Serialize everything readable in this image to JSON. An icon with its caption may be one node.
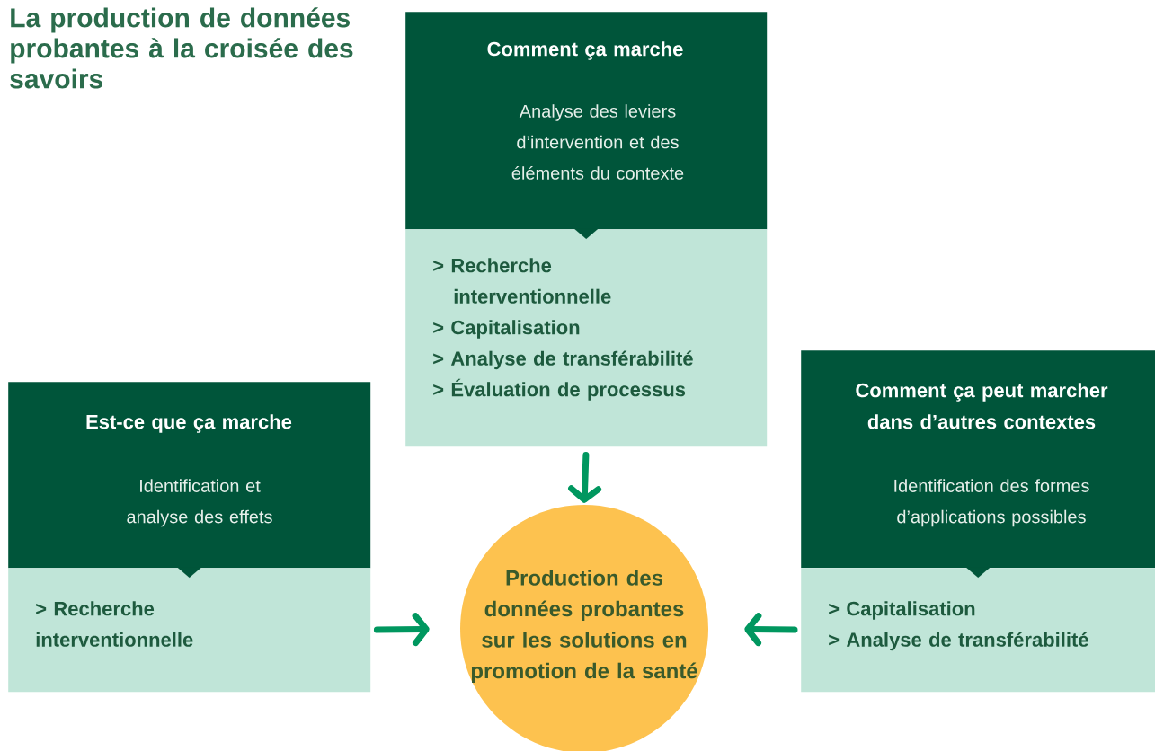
{
  "diagram": {
    "title": "La production de données probantes à la croisée des savoirs",
    "nodes": [
      {
        "text": [
          "Comment ça marche",
          "Analyse des leviers d’intervention et des éléments du contexte"
        ]
      },
      {
        "text": [
          "> Recherche interventionnelle",
          "> Capitalisation",
          "> Analyse de transférabilité",
          "> Évaluation de processus"
        ]
      },
      {
        "text": [
          "Est-ce que ça marche",
          "Identification et analyse des effets"
        ]
      },
      {
        "text": [
          "> Recherche interventionnelle"
        ]
      },
      {
        "text": [
          "Comment ça peut marcher dans d’autres contextes",
          "Identification des formes d’applications possibles"
        ]
      },
      {
        "text": [
          "> Capitalisation",
          "> Analyse de transférabilité"
        ]
      },
      {
        "text": [
          "Production des données probantes sur les solutions en promotion de la  santé"
        ]
      }
    ],
    "edges": [
      {
        "from": 0,
        "to": 1,
        "arrow": "to"
      },
      {
        "from": 2,
        "to": 3,
        "arrow": "to"
      },
      {
        "from": 4,
        "to": 5,
        "arrow": "to"
      },
      {
        "from": 1,
        "to": 6,
        "arrow": "to"
      },
      {
        "from": 3,
        "to": 6,
        "arrow": "to"
      },
      {
        "from": 5,
        "to": 6,
        "arrow": "to"
      }
    ]
  }
}
